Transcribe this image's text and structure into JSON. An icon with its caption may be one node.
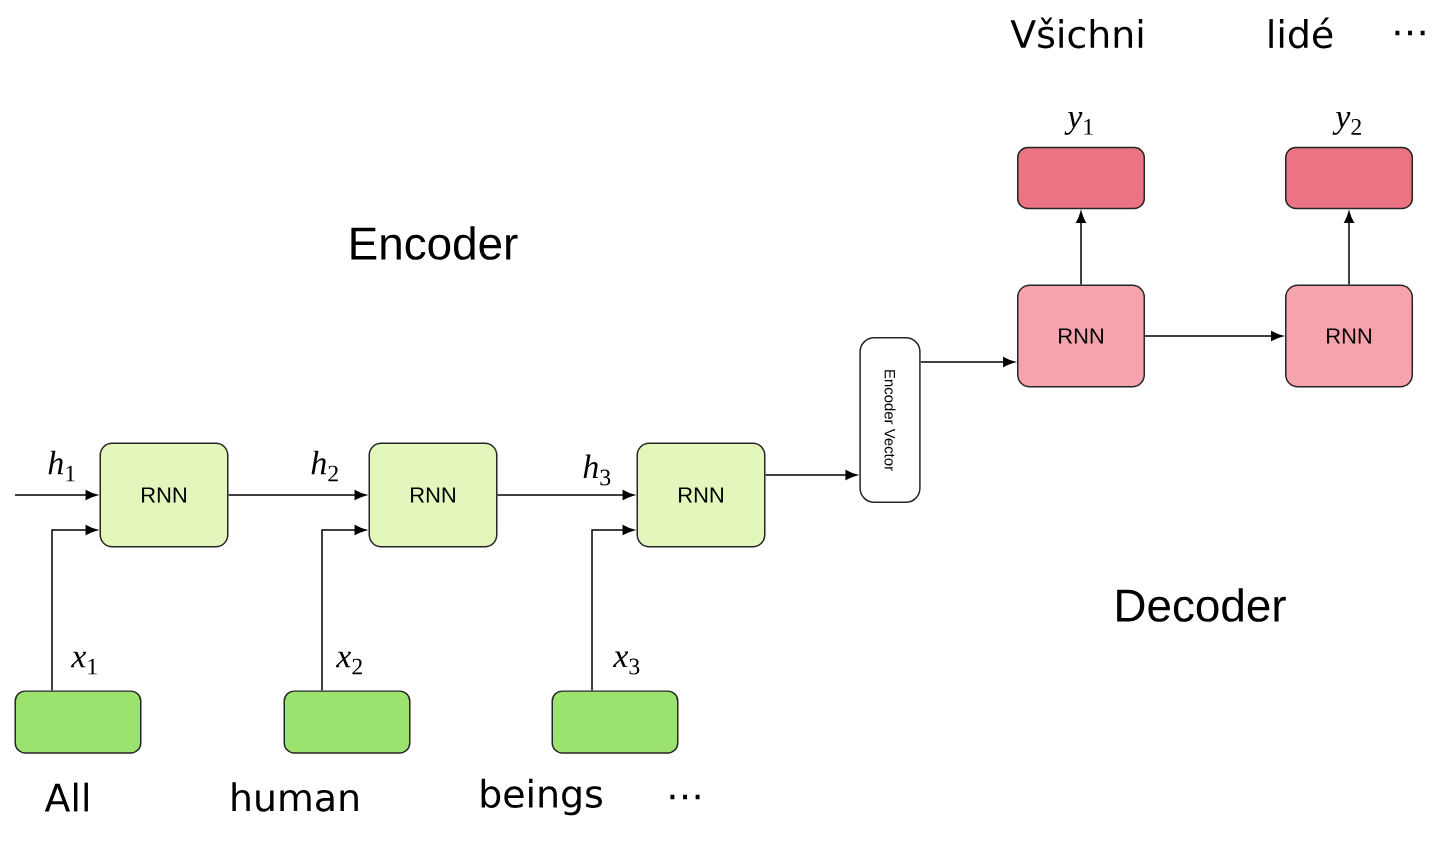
{
  "diagram": {
    "nodes": [
      {
        "text": [
          "RNN"
        ]
      },
      {
        "text": [
          "RNN"
        ]
      },
      {
        "text": [
          "RNN"
        ]
      },
      {
        "text": [
          "Encoder Vector"
        ]
      },
      {
        "text": [
          "RNN"
        ]
      },
      {
        "text": [
          "RNN"
        ]
      },
      {
        "text": [],
        "shape": "box",
        "beside": [
          "*y*$_{1}$"
        ]
      },
      {
        "text": [],
        "shape": "box",
        "beside": [
          "*y*$_{2}$"
        ]
      },
      {
        "text": [],
        "shape": "box"
      },
      {
        "text": [],
        "shape": "box"
      },
      {
        "text": [],
        "shape": "box"
      }
    ],
    "edges": [
      {
        "from": null,
        "to": 0,
        "arrow": "to",
        "label": "*h*$_{1}$"
      },
      {
        "from": 0,
        "to": 1,
        "arrow": "to",
        "label": "*h*$_{2}$"
      },
      {
        "from": 1,
        "to": 2,
        "arrow": "to",
        "label": "*h*$_{3}$"
      },
      {
        "from": 2,
        "to": 3,
        "arrow": "to"
      },
      {
        "from": 3,
        "to": 4,
        "arrow": "to"
      },
      {
        "from": 4,
        "to": 5,
        "arrow": "to"
      },
      {
        "from": 4,
        "to": 6,
        "arrow": "to"
      },
      {
        "from": 5,
        "to": 7,
        "arrow": "to"
      },
      {
        "from": 8,
        "to": 0,
        "arrow": "to",
        "label": "*x*$_{1}$"
      },
      {
        "from": 9,
        "to": 1,
        "arrow": "to",
        "label": "*x*$_{2}$"
      },
      {
        "from": 10,
        "to": 2,
        "arrow": "to",
        "label": "*x*$_{3}$"
      }
    ],
    "labels": [
      "Všichni",
      "lidé",
      "…",
      "Encoder",
      "Decoder",
      "All",
      "human",
      "beings",
      "…"
    ]
  }
}
